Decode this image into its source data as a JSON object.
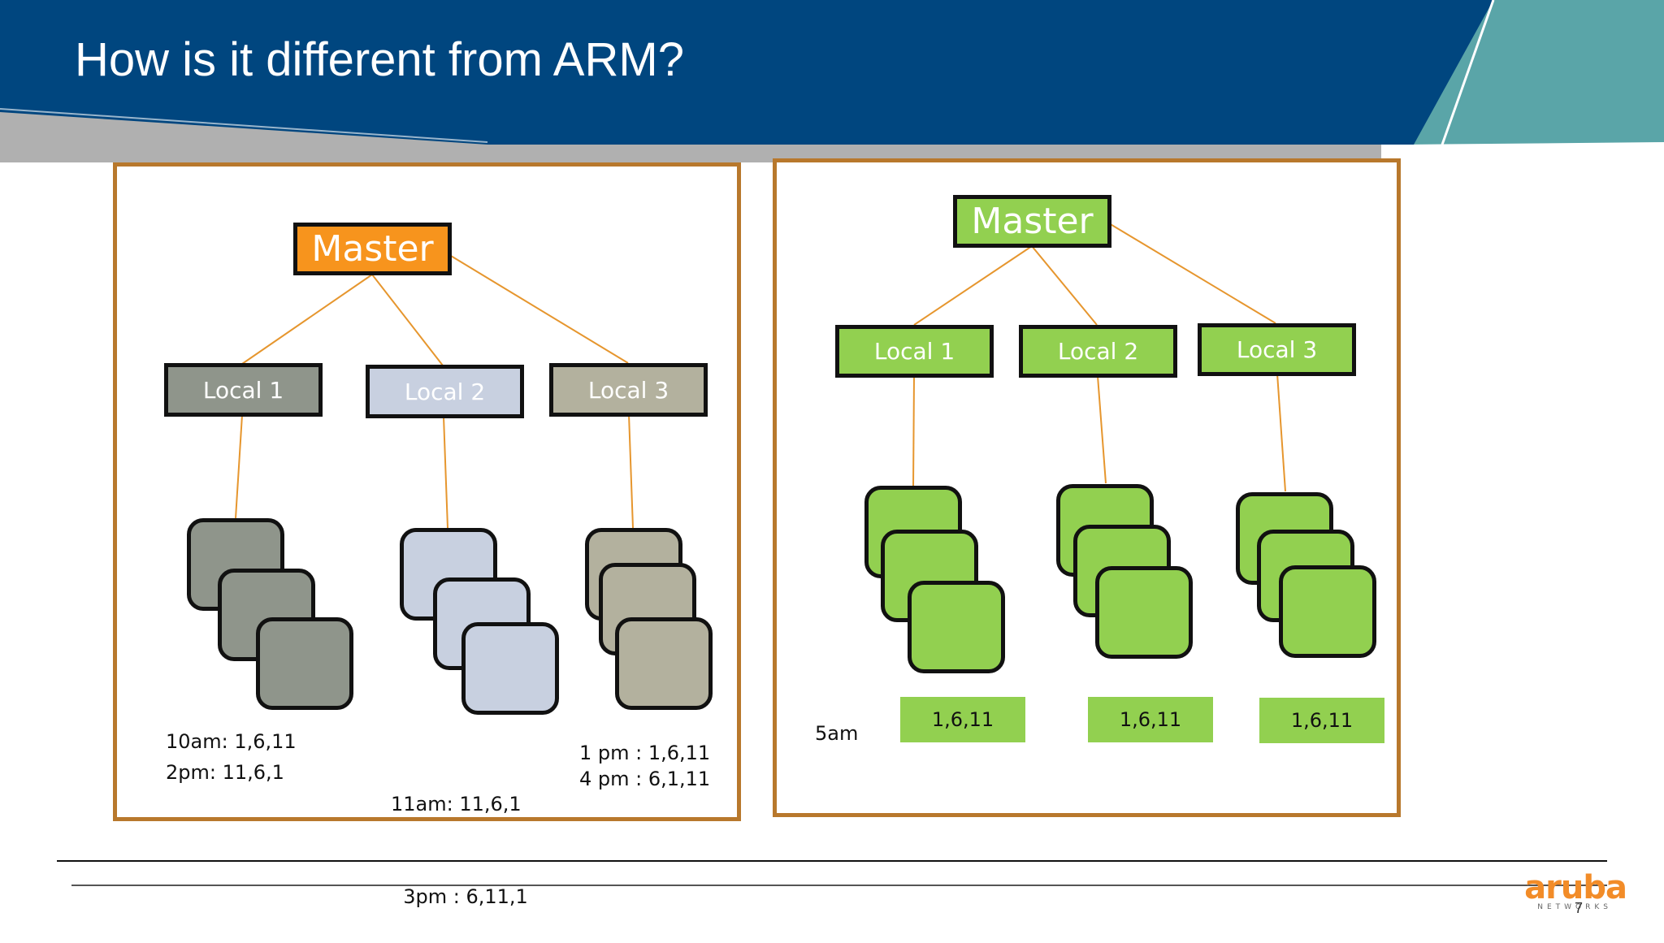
{
  "slide": {
    "title": "How is it different from ARM?",
    "page_number": "7"
  },
  "logo": {
    "word": "aruba",
    "sub": "NETWORKS"
  },
  "colors": {
    "banner_dark": "#00467f",
    "banner_teal": "#5aa5a8",
    "panel_border": "#b8782c",
    "connector": "#e6962e",
    "master_left": "#f7941d",
    "local1_left": "#8f958b",
    "local2_left": "#c8d0e0",
    "local3_left": "#b3b19e",
    "green": "#92d050"
  },
  "left_panel": {
    "master": "Master",
    "locals": [
      "Local 1",
      "Local 2",
      "Local 3"
    ],
    "schedules": [
      [
        "10am: 1,6,11",
        "2pm: 11,6,1"
      ],
      [
        "11am: 11,6,1",
        "  3pm : 6,11,1"
      ],
      [
        "1 pm : 1,6,11",
        "4 pm : 6,1,11"
      ]
    ]
  },
  "right_panel": {
    "master": "Master",
    "locals": [
      "Local 1",
      "Local 2",
      "Local 3"
    ],
    "time_label": "5am",
    "channels": [
      "1,6,11",
      "1,6,11",
      "1,6,11"
    ]
  }
}
